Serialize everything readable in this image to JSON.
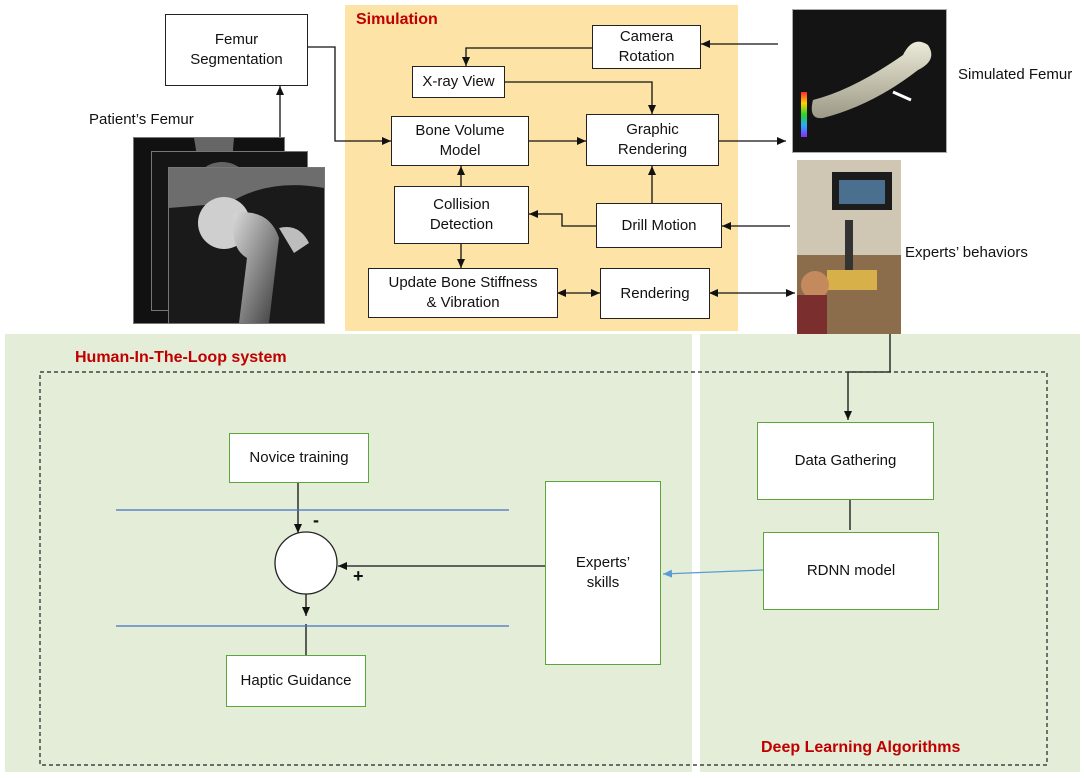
{
  "simulation": {
    "title": "Simulation",
    "camera_rotation": "Camera\nRotation",
    "xray_view": "X-ray View",
    "bone_volume_model": "Bone Volume\nModel",
    "graphic_rendering": "Graphic\nRendering",
    "collision_detection": "Collision\nDetection",
    "drill_motion": "Drill Motion",
    "update_bone": "Update Bone Stiffness\n& Vibration",
    "rendering": "Rendering"
  },
  "inputs": {
    "femur_segmentation": "Femur\nSegmentation",
    "patients_femur": "Patient’s Femur",
    "simulated_femur": "Simulated Femur",
    "experts_behaviors": "Experts’ behaviors"
  },
  "hitl": {
    "title": "Human-In-The-Loop system",
    "novice_training": "Novice training",
    "haptic_guidance": "Haptic Guidance",
    "minus_sign": "-",
    "plus_sign": "+",
    "experts_skills": "Experts’\nskills"
  },
  "deep_learning": {
    "title": "Deep Learning Algorithms",
    "data_gathering": "Data Gathering",
    "rdnn_model": "RDNN model"
  },
  "colors": {
    "simulation_bg": "#fde3a6",
    "hitl_bg": "#e3edd8",
    "title_red": "#c00000",
    "green_border": "#5aa63a",
    "blue_line": "#4472c4",
    "light_blue_arrow": "#5b9bd5"
  }
}
